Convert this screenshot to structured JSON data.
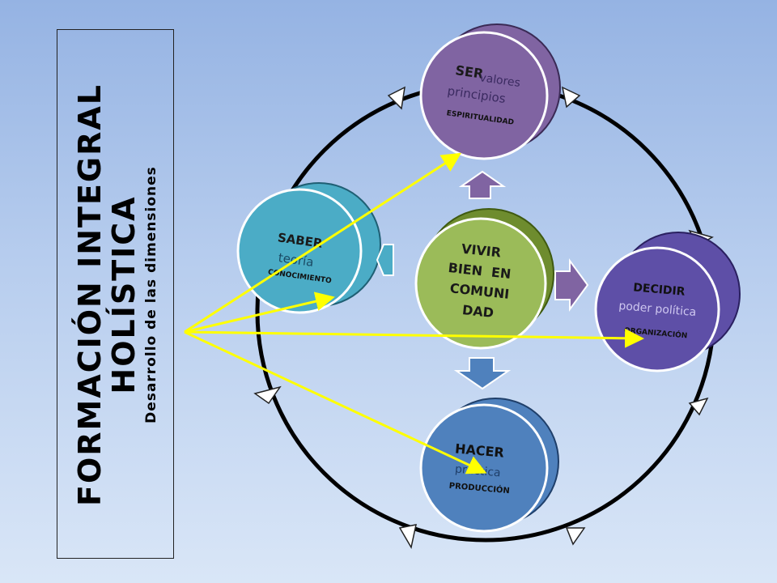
{
  "title": {
    "line1": "FORMACIÓN INTEGRAL",
    "line2": "HOLÍSTICA",
    "subtitle": "Desarrollo de las dimensiones"
  },
  "center": {
    "lines": [
      "VIVIR",
      "BIEN  EN",
      "COMUNI",
      "DAD"
    ],
    "color": "#9bbb59"
  },
  "nodes": {
    "ser": {
      "title": "SER",
      "sub_inline": "valores",
      "sub": "principios",
      "tag": "ESPIRITUALIDAD",
      "color": "#8064a2"
    },
    "saber": {
      "title": "SABER",
      "sub": "teoría",
      "tag": "CONOCIMIENTO",
      "color": "#4bacc6"
    },
    "decidir": {
      "title": "DECIDIR",
      "sub": "poder política",
      "tag": "ORGANIZACIÓN",
      "color": "#5e4fa7"
    },
    "hacer": {
      "title": "HACER",
      "sub": "práctica",
      "tag": "PRODUCCIÓN",
      "color": "#4f81bd"
    }
  },
  "colors": {
    "arrow": "#ffff00",
    "ring": "#000000"
  }
}
